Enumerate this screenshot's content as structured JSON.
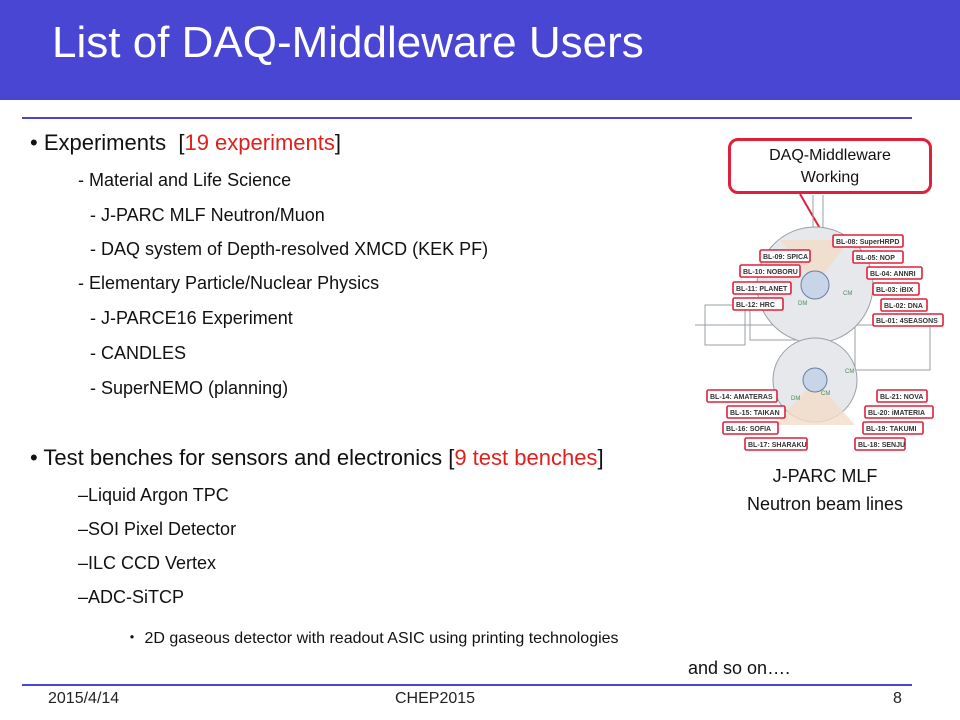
{
  "title": "List of DAQ-Middleware Users",
  "experiments": {
    "bullet": "•",
    "label": "Experiments",
    "count_open": "[",
    "count_text": "19 experiments",
    "count_close": "]",
    "items": [
      "- Material and Life Science",
      "- J-PARC MLF Neutron/Muon",
      "- DAQ system of Depth-resolved XMCD (KEK PF)",
      "- Elementary Particle/Nuclear Physics",
      "- J-PARCE16 Experiment",
      "- CANDLES",
      "- SuperNEMO (planning)"
    ]
  },
  "testbenches": {
    "bullet": "•",
    "label": "Test benches for sensors and electronics",
    "count_open": "[",
    "count_text": "9 test benches",
    "count_close": "]",
    "items": [
      "–Liquid Argon TPC",
      "–SOI Pixel Detector",
      "–ILC CCD Vertex",
      "–ADC-SiTCP"
    ],
    "subitem_bullet": "・",
    "subitem": "2D gaseous detector with readout ASIC using printing technologies"
  },
  "and_so_on": "and so on….",
  "callout": {
    "line1": "DAQ-Middleware",
    "line2": "Working"
  },
  "map_caption": {
    "line1": "J-PARC MLF",
    "line2": "Neutron beam lines"
  },
  "beamline_labels": [
    "BL-08: SuperHRPD",
    "BL-09: SPICA",
    "BL-05: NOP",
    "BL-10: NOBORU",
    "BL-04: ANNRI",
    "BL-11: PLANET",
    "BL-03: iBIX",
    "BL-12: HRC",
    "BL-02: DNA",
    "BL-01: 4SEASONS",
    "BL-14: AMATERAS",
    "BL-21: NOVA",
    "BL-15: TAIKAN",
    "BL-20: iMATERIA",
    "BL-16: SOFIA",
    "BL-19: TAKUMI",
    "BL-17: SHARAKU",
    "BL-18: SENJU"
  ],
  "map_marks": [
    "CM",
    "DM",
    "CM",
    "DM",
    "CM"
  ],
  "footer": {
    "date": "2015/4/14",
    "conference": "CHEP2015",
    "page": "8"
  },
  "colors": {
    "title_bar": "#4a46d4",
    "accent_red": "#e0201c",
    "callout_border": "#e0203a"
  }
}
